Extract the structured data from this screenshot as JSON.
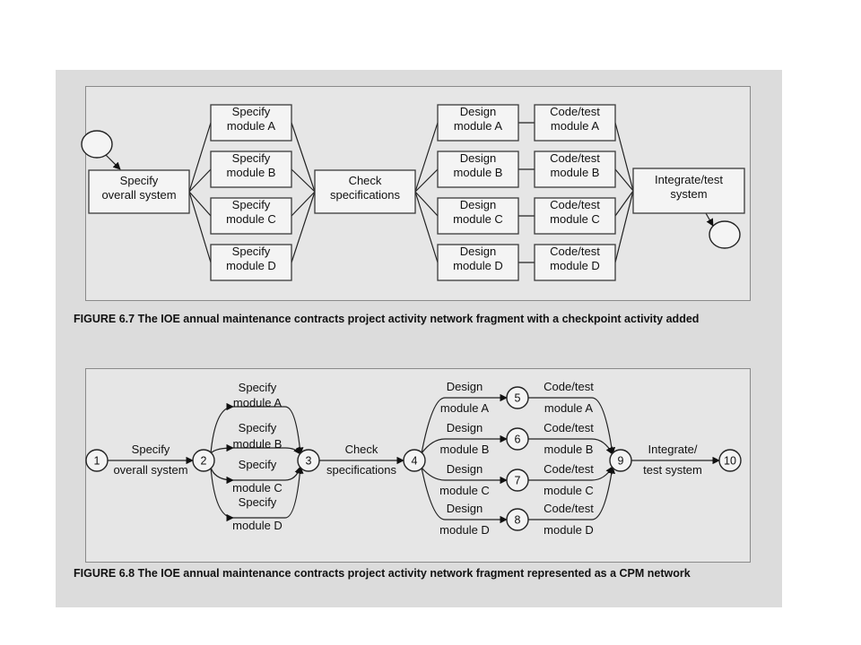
{
  "figure1": {
    "boxes": {
      "specify_overall": [
        "Specify",
        "overall system"
      ],
      "specify_a": [
        "Specify",
        "module A"
      ],
      "specify_b": [
        "Specify",
        "module B"
      ],
      "specify_c": [
        "Specify",
        "module C"
      ],
      "specify_d": [
        "Specify",
        "module D"
      ],
      "check": [
        "Check",
        "specifications"
      ],
      "design_a": [
        "Design",
        "module A"
      ],
      "design_b": [
        "Design",
        "module B"
      ],
      "design_c": [
        "Design",
        "module C"
      ],
      "design_d": [
        "Design",
        "module D"
      ],
      "code_a": [
        "Code/test",
        "module A"
      ],
      "code_b": [
        "Code/test",
        "module B"
      ],
      "code_c": [
        "Code/test",
        "module C"
      ],
      "code_d": [
        "Code/test",
        "module D"
      ],
      "integrate": [
        "Integrate/test",
        "system"
      ]
    },
    "caption_label": "FIGURE 6.7",
    "caption_text": "The IOE annual maintenance contracts project activity network fragment with a checkpoint activity added"
  },
  "figure2": {
    "nodes": [
      "1",
      "2",
      "3",
      "4",
      "5",
      "6",
      "7",
      "8",
      "9",
      "10"
    ],
    "activities": {
      "specify_overall": [
        "Specify",
        "overall system"
      ],
      "specify_a": [
        "Specify",
        "module A"
      ],
      "specify_b": [
        "Specify",
        "module B"
      ],
      "specify_c": [
        "Specify",
        "module C"
      ],
      "specify_d": [
        "Specify",
        "module D"
      ],
      "check": [
        "Check",
        "specifications"
      ],
      "design_a": [
        "Design",
        "module A"
      ],
      "design_b": [
        "Design",
        "module B"
      ],
      "design_c": [
        "Design",
        "module C"
      ],
      "design_d": [
        "Design",
        "module D"
      ],
      "code_a": [
        "Code/test",
        "module A"
      ],
      "code_b": [
        "Code/test",
        "module B"
      ],
      "code_c": [
        "Code/test",
        "module C"
      ],
      "code_d": [
        "Code/test",
        "module D"
      ],
      "integrate": [
        "Integrate/",
        "test system"
      ]
    },
    "caption_label": "FIGURE 6.8",
    "caption_text": "The IOE annual maintenance contracts project activity network fragment represented as a CPM network"
  }
}
